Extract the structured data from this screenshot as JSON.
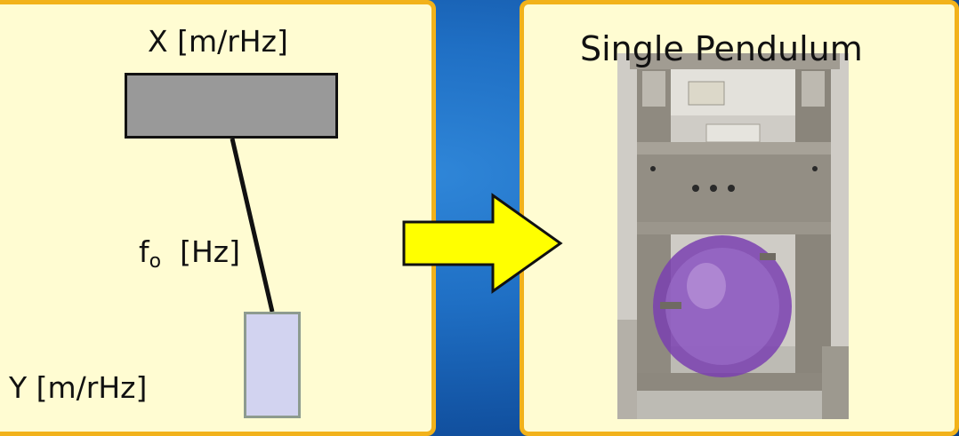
{
  "diagram": {
    "top_label": "X [m/rHz]",
    "freq_label_main": "f",
    "freq_label_sub": "o",
    "freq_label_unit": "[Hz]",
    "bottom_label": "Y [m/rHz]"
  },
  "photo": {
    "title": "Single Pendulum"
  },
  "colors": {
    "background": "#1f6fc4",
    "panel_fill": "#fffcd2",
    "panel_border": "#f2b21b",
    "arrow_fill": "#ffff00",
    "mass_fill": "#999999",
    "suspended_mass_fill": "#d2d3f0",
    "optic_color": "#7a3fb0"
  },
  "icons": {
    "arrow": "right-arrow-icon"
  }
}
